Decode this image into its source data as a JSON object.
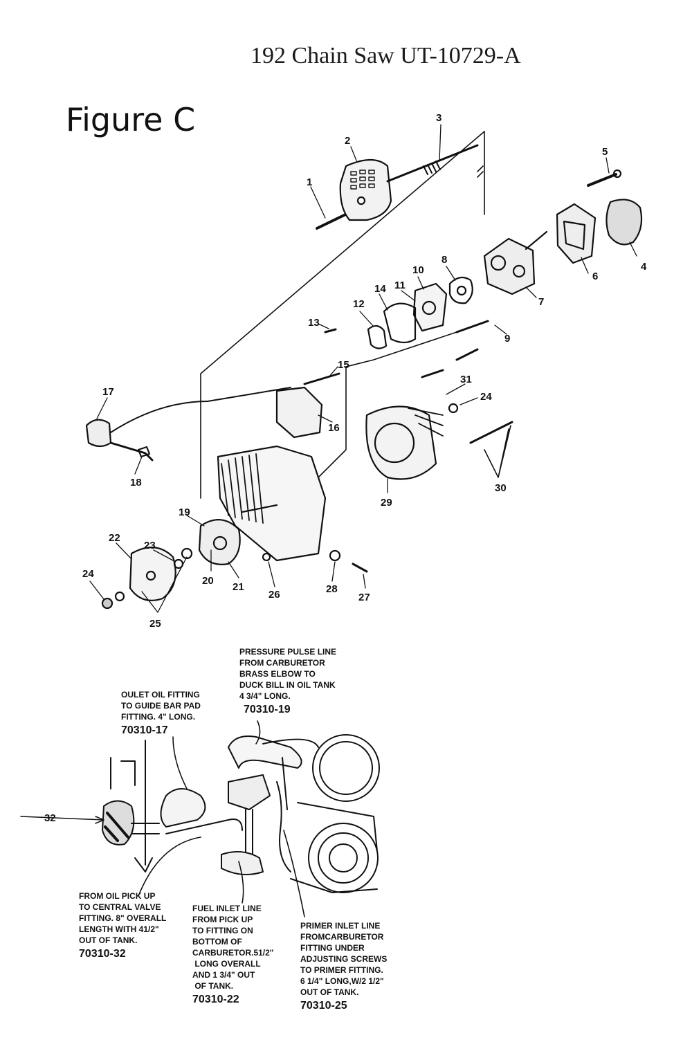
{
  "header": {
    "title": "192 Chain Saw UT-10729-A"
  },
  "figure": {
    "label": "Figure C"
  },
  "parts": [
    "1",
    "2",
    "3",
    "4",
    "5",
    "6",
    "7",
    "8",
    "9",
    "10",
    "11",
    "12",
    "13",
    "14",
    "15",
    "16",
    "17",
    "18",
    "19",
    "20",
    "21",
    "22",
    "23",
    "24",
    "24",
    "25",
    "26",
    "27",
    "28",
    "29",
    "30",
    "31",
    "32"
  ],
  "callouts": {
    "pressure_pulse": {
      "lines": [
        "PRESSURE PULSE LINE",
        "FROM CARBURETOR",
        "BRASS ELBOW TO",
        "DUCK BILL IN OIL TANK",
        "4 3/4\" LONG."
      ],
      "part_number": "70310-19"
    },
    "outlet_oil": {
      "lines": [
        "OULET OIL FITTING",
        "TO GUIDE BAR PAD",
        "FITTING. 4\" LONG."
      ],
      "part_number": "70310-17"
    },
    "oil_pickup": {
      "lines": [
        "FROM OIL PICK UP",
        "TO CENTRAL VALVE",
        "FITTING. 8\" OVERALL",
        "LENGTH WITH 41/2\"",
        "OUT OF TANK."
      ],
      "part_number": "70310-32"
    },
    "fuel_inlet": {
      "lines": [
        "FUEL INLET LINE",
        "FROM PICK UP",
        "TO FITTING ON",
        "BOTTOM OF",
        "CARBURETOR.51/2\"",
        " LONG OVERALL",
        "AND 1 3/4\" OUT",
        " OF TANK."
      ],
      "part_number": "70310-22"
    },
    "primer_inlet": {
      "lines": [
        "PRIMER INLET LINE",
        "FROMCARBURETOR",
        "FITTING UNDER",
        "ADJUSTING SCREWS",
        "TO PRIMER FITTING.",
        "6 1/4\" LONG,W/2 1/2\"",
        "OUT OF TANK."
      ],
      "part_number": "70310-25"
    }
  }
}
